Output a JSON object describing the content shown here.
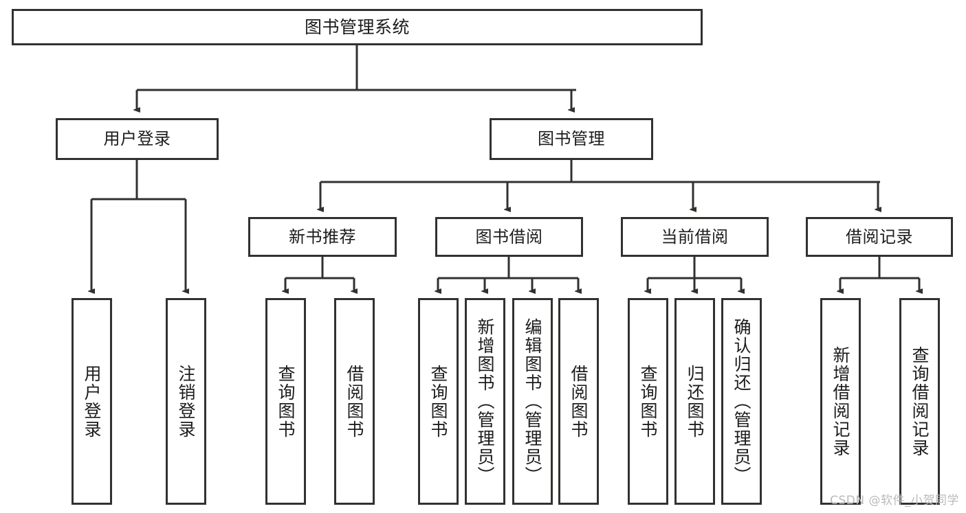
{
  "diagram": {
    "title": "图书管理系统",
    "type": "hierarchy-tree",
    "levels": 4,
    "nodes": {
      "root": {
        "label": "图书管理系统"
      },
      "level2": [
        {
          "id": "user-login",
          "label": "用户登录"
        },
        {
          "id": "book-manage",
          "label": "图书管理"
        }
      ],
      "level3": [
        {
          "id": "new-book-recommend",
          "label": "新书推荐",
          "parent": "book-manage"
        },
        {
          "id": "book-borrow",
          "label": "图书借阅",
          "parent": "book-manage"
        },
        {
          "id": "current-borrow",
          "label": "当前借阅",
          "parent": "book-manage"
        },
        {
          "id": "borrow-record",
          "label": "借阅记录",
          "parent": "book-manage"
        }
      ],
      "level4": [
        {
          "id": "leaf-user-login",
          "label": "用户登录",
          "parent": "user-login"
        },
        {
          "id": "leaf-logout",
          "label": "注销登录",
          "parent": "user-login"
        },
        {
          "id": "leaf-query-book-1",
          "label": "查询图书",
          "parent": "new-book-recommend"
        },
        {
          "id": "leaf-borrow-book-1",
          "label": "借阅图书",
          "parent": "new-book-recommend"
        },
        {
          "id": "leaf-query-book-2",
          "label": "查询图书",
          "parent": "book-borrow"
        },
        {
          "id": "leaf-add-book",
          "label": "新增图书（管理员）",
          "parent": "book-borrow"
        },
        {
          "id": "leaf-edit-book",
          "label": "编辑图书（管理员）",
          "parent": "book-borrow"
        },
        {
          "id": "leaf-borrow-book-2",
          "label": "借阅图书",
          "parent": "book-borrow"
        },
        {
          "id": "leaf-query-book-3",
          "label": "查询图书",
          "parent": "current-borrow"
        },
        {
          "id": "leaf-return-book",
          "label": "归还图书",
          "parent": "current-borrow"
        },
        {
          "id": "leaf-confirm-return",
          "label": "确认归还（管理员）",
          "parent": "current-borrow"
        },
        {
          "id": "leaf-add-record",
          "label": "新增借阅记录",
          "parent": "borrow-record"
        },
        {
          "id": "leaf-query-record",
          "label": "查询借阅记录",
          "parent": "borrow-record"
        }
      ]
    },
    "colors": {
      "border": "#33312f",
      "background": "#ffffff",
      "text": "#1c1c1c",
      "watermark": "#b9b9b9"
    }
  },
  "watermark": {
    "text": "CSDN @软件_小贺同学"
  }
}
